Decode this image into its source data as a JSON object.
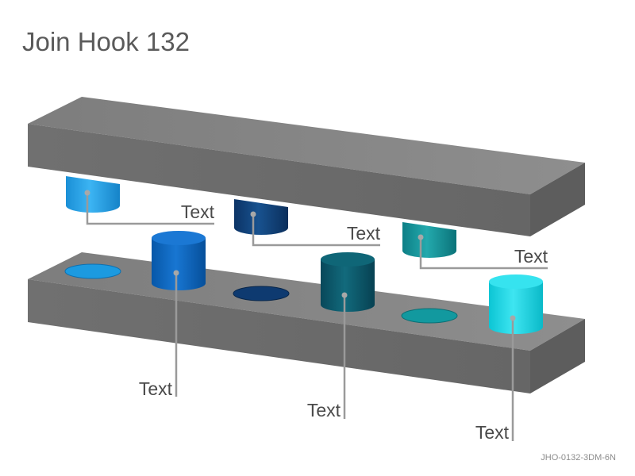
{
  "title": "Join Hook 132",
  "footer_code": "JHO-0132-3DM-6N",
  "labels": {
    "upper_peg_1": "Text",
    "upper_peg_2": "Text",
    "upper_peg_3": "Text",
    "lower_peg_1": "Text",
    "lower_peg_2": "Text",
    "lower_peg_3": "Text"
  },
  "colors": {
    "slab_top": "#8a8a8a",
    "slab_front": "#6b6b6b",
    "slab_side": "#5c5c5c",
    "peg_light_blue": "#1fa0e8",
    "peg_navy": "#0f3f78",
    "peg_teal": "#118f95",
    "peg_blue": "#0a63bc",
    "peg_dark_teal": "#0b5665",
    "peg_cyan": "#12d6e4",
    "leader_line": "#9a9a9a"
  }
}
